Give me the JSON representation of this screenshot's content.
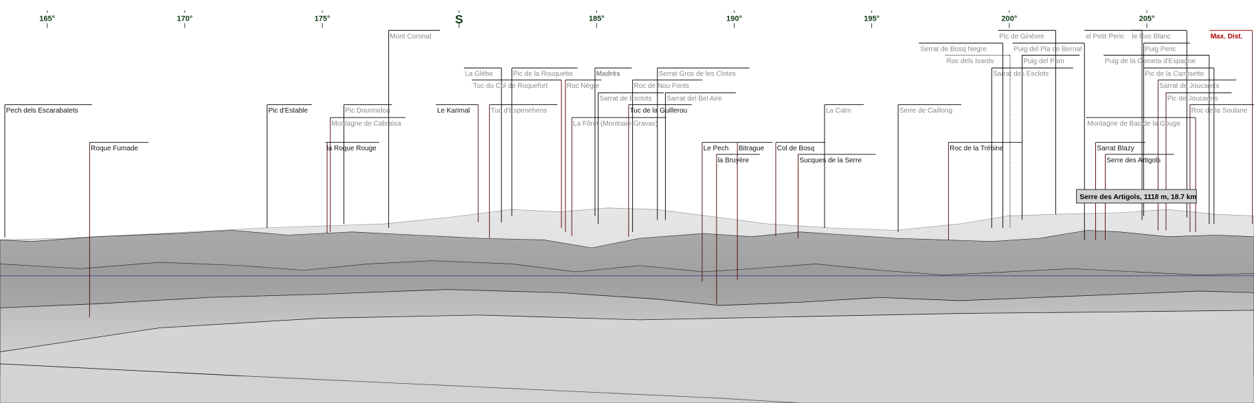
{
  "compass": {
    "ticks": [
      "165°",
      "170°",
      "175°",
      "S",
      "185°",
      "190°",
      "195°",
      "200°",
      "205°"
    ]
  },
  "labels": [
    {
      "name": "Pech dels Escarabatets",
      "style": "dark"
    },
    {
      "name": "Roque Fumade",
      "style": "dark"
    },
    {
      "name": "Pic d'Estable",
      "style": "dark"
    },
    {
      "name": "Pic Dourmidou",
      "style": "gray"
    },
    {
      "name": "Montagne de Cabraixa",
      "style": "gray"
    },
    {
      "name": "la Roque Rouge",
      "style": "dark"
    },
    {
      "name": "Mont Coronat",
      "style": "gray"
    },
    {
      "name": "La Glèbe",
      "style": "gray"
    },
    {
      "name": "Pic de la Rouquette",
      "style": "gray"
    },
    {
      "name": "Madrès",
      "style": "bold"
    },
    {
      "name": "Serrat Gros de les Clotes",
      "style": "gray"
    },
    {
      "name": "Tuc du Col de Roquefort",
      "style": "gray"
    },
    {
      "name": "Roc Nègre",
      "style": "gray"
    },
    {
      "name": "Roc de Nou Fonts",
      "style": "gray"
    },
    {
      "name": "Sarrat de Esclots",
      "style": "gray"
    },
    {
      "name": "Sarrat del Bel Aire",
      "style": "gray"
    },
    {
      "name": "Le Karimal",
      "style": "dark"
    },
    {
      "name": "Tuc d'Espenehens",
      "style": "gray"
    },
    {
      "name": "Tuc de la Guillerou",
      "style": "dark"
    },
    {
      "name": "La Fôret (Montnaie-Gravas)",
      "style": "gray"
    },
    {
      "name": "Le Pech",
      "style": "dark"
    },
    {
      "name": "Bitrague",
      "style": "dark"
    },
    {
      "name": "la Bruyère",
      "style": "dark"
    },
    {
      "name": "Col de Bosq",
      "style": "dark"
    },
    {
      "name": "La Calm",
      "style": "gray"
    },
    {
      "name": "Sucques de la Serre",
      "style": "dark"
    },
    {
      "name": "Serre de Caillong",
      "style": "gray"
    },
    {
      "name": "Pic de Ginèvre",
      "style": "gray"
    },
    {
      "name": "Serrat de Bosq Negre",
      "style": "gray"
    },
    {
      "name": "Roc dels Isards",
      "style": "gray"
    },
    {
      "name": "Puig del Pla de Bernat",
      "style": "gray"
    },
    {
      "name": "Puig del Pam",
      "style": "gray"
    },
    {
      "name": "Sarrat des Esclots",
      "style": "gray"
    },
    {
      "name": "Roc de la Trébine",
      "style": "dark"
    },
    {
      "name": "el Petit Peric",
      "style": "gray"
    },
    {
      "name": "le Roc Blanc",
      "style": "gray"
    },
    {
      "name": "Puig Peric",
      "style": "gray"
    },
    {
      "name": "Puig de la Cometa d'Espagne",
      "style": "gray"
    },
    {
      "name": "Pic de la Camisette",
      "style": "gray"
    },
    {
      "name": "Sarrat de Joucarets",
      "style": "gray"
    },
    {
      "name": "Pic de Joucarets",
      "style": "gray"
    },
    {
      "name": "Roc de la Soulane",
      "style": "gray"
    },
    {
      "name": "Montagne de Bac de la Gouge",
      "style": "gray"
    },
    {
      "name": "Sarrat Blazy",
      "style": "dark"
    },
    {
      "name": "Serre des Artigols",
      "style": "dark"
    },
    {
      "name": "Max. Dist.",
      "style": "red"
    }
  ],
  "tooltip": "Serre des Artigols, 1118 m, 18.7 km",
  "colors": {
    "leader": "#000000",
    "leader_near": "#8b0000",
    "horizon": "#1a1aa0",
    "tick": "#0b3b12"
  }
}
